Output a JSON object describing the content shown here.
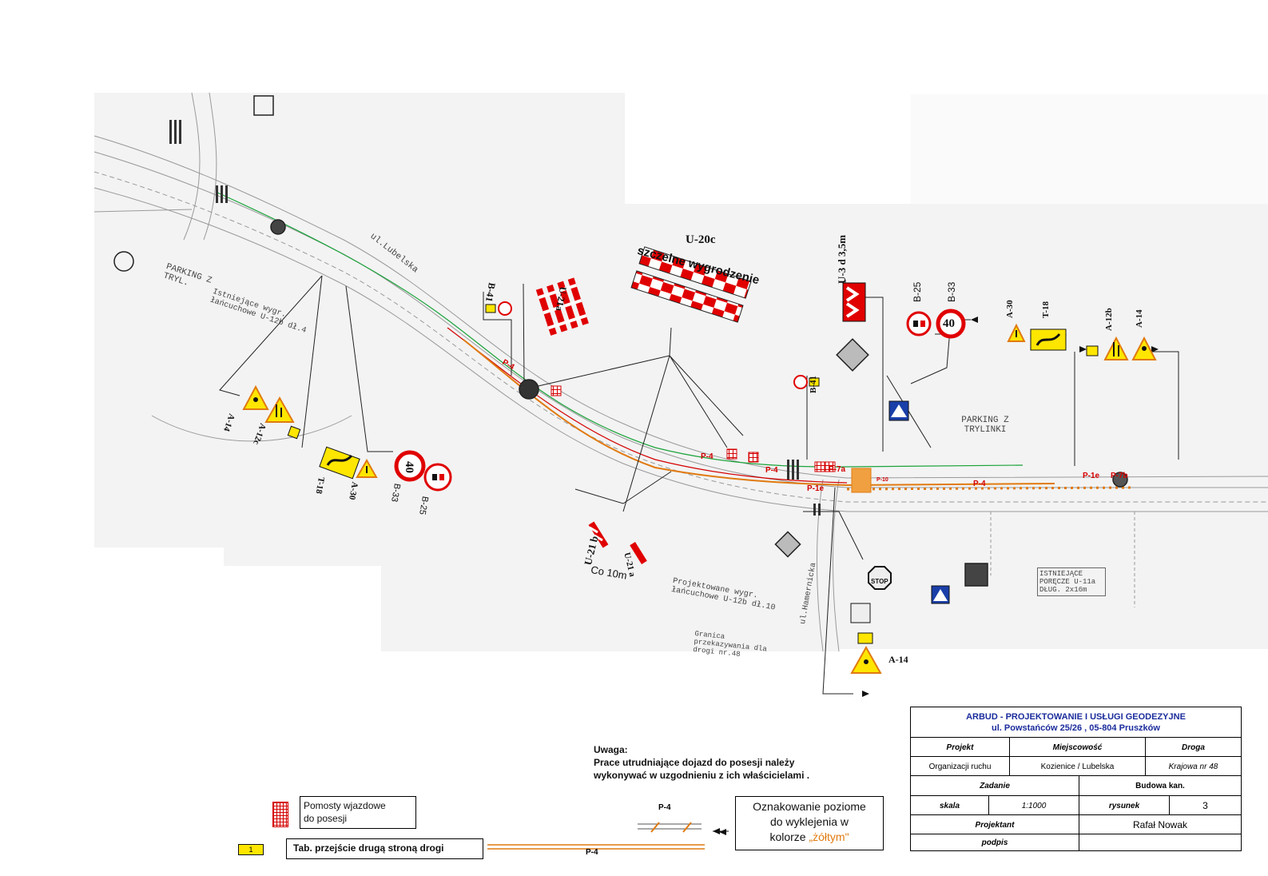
{
  "sign_labels": {
    "u20c_code": "U-20c",
    "u20c_text": "szczelne wygrodzenie",
    "u3d": "U-3 d 3,5m",
    "b25_top": "B-25",
    "b33_top": "B-33",
    "a30_top": "A-30",
    "t18_top": "T-18",
    "a12b_top": "A-12b",
    "a14_top": "A-14",
    "a14_left": "A-14",
    "a12c_left": "A-12c",
    "t18_left": "T-18",
    "a30_left": "A-30",
    "b33_left": "B-33",
    "b25_left": "B-25",
    "u21b": "U-21 b",
    "u21a": "U-21 a",
    "co10m": "Co 10m",
    "u21a_top": "U-21a",
    "b41_top": "B-41",
    "b41_mid": "B-41",
    "a14_bottom": "A-14",
    "speed40": "40",
    "stop": "STOP"
  },
  "marking_labels": {
    "p4_a": "P-4",
    "p4_b": "P-4",
    "p7a": "P-7a",
    "p1e_a": "P-1e",
    "p1e_b": "P-1e",
    "p4_c": "P-4",
    "p7b": "P-7b",
    "p10": "P-10",
    "p4_d": "P-4"
  },
  "plan_texts": {
    "ul_lubelska": "ul.Lubelska",
    "parking_tryl": "PARKING Z TRYL.",
    "parking_trylinki": "PARKING Z TRYLINKI",
    "istn_wygr": "Istniejące wygr. łańcuchowe U-12b dł.4",
    "proj_wygr": "Projektowane wygr. łańcuchowe U-12b dł.10",
    "istn_porecze": "ISTNIEJĄCE PORĘCZE U-11a DŁUG. 2x16m",
    "granica": "Granica przekazywania dla drogi nr.48",
    "ul_hamernicka": "ul.Hamernicka"
  },
  "note": {
    "title": "Uwaga:",
    "line1": "Prace utrudniające dojazd do posesji należy",
    "line2": "wykonywać w uzgodnieniu z ich właścicielami ."
  },
  "legend": {
    "pomosty_line1": "Pomosty wjazdowe",
    "pomosty_line2": "do posesji",
    "tab_number": "1",
    "tab_text": "Tab. przejście drugą stroną drogi",
    "p4_small": "P-4",
    "p4_long": "P-4",
    "oznak_line1": "Oznakowanie poziome",
    "oznak_line2": "do wyklejenia w",
    "oznak_line3a": "kolorze ",
    "oznak_line3b": "„żółtym\""
  },
  "title_block": {
    "company": "ARBUD - PROJEKTOWANIE I USŁUGI GEODEZYJNE",
    "address": "ul. Powstańców 25/26 , 05-804 Pruszków",
    "h_projekt": "Projekt",
    "h_miejscowosc": "Miejscowość",
    "h_droga": "Droga",
    "v_projekt": "Organizacji ruchu",
    "v_miejscowosc": "Kozienice / Lubelska",
    "v_droga": "Krajowa nr 48",
    "h_zadanie": "Zadanie",
    "v_zadanie": "Budowa kan.",
    "h_skala": "skala",
    "v_skala": "1:1000",
    "h_rysunek": "rysunek",
    "v_rysunek": "3",
    "h_projektant": "Projektant",
    "v_projektant": "Rafał Nowak",
    "h_podpis": "podpis"
  },
  "colors": {
    "sign_red": "#e00000",
    "sign_yellow": "#ffe600",
    "sign_blue": "#1a3fa8",
    "marking_orange": "#e07a10",
    "title_blue": "#1b2c9c"
  }
}
